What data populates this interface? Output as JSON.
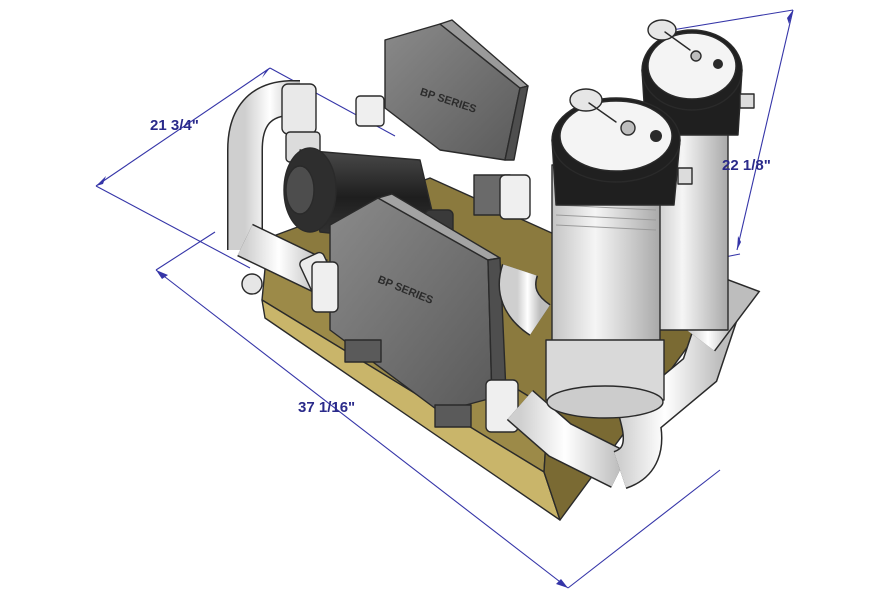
{
  "dimensions": {
    "width_label": "21 3/4\"",
    "length_label": "37 1/16\"",
    "height_label": "22 1/8\""
  },
  "control_boxes": {
    "upper_label": "BP SERIES",
    "lower_label": "BP SERIES"
  },
  "colors": {
    "dimension": "#3535a8",
    "board": "#8b7a3e",
    "board_edge": "#c9b56a",
    "box_gray": "#6f6f6f",
    "pipe_white": "#f2f2f2",
    "pump_black": "#2a2a2a"
  }
}
